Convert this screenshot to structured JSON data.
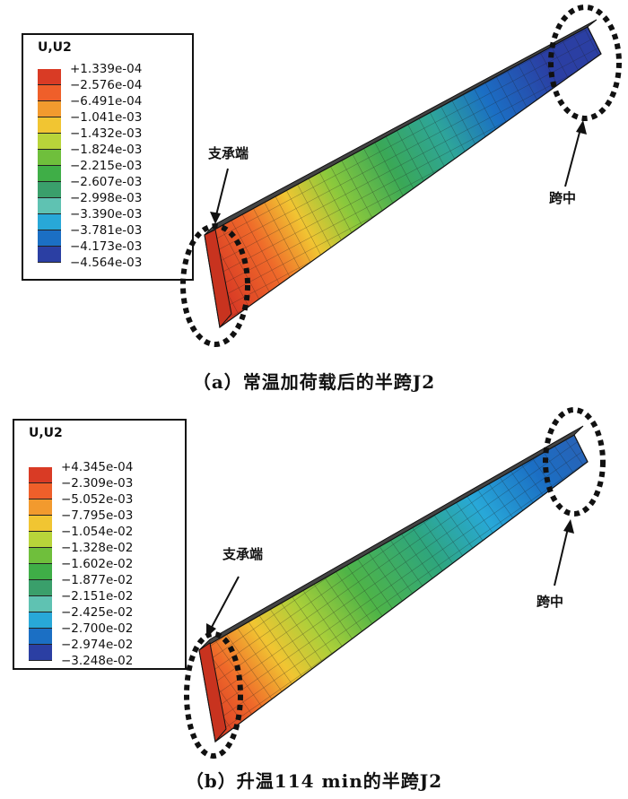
{
  "panels": [
    {
      "id": "a",
      "legend_title": "U,U2",
      "legend_values": [
        "+1.339e-04",
        "−2.576e-04",
        "−6.491e-04",
        "−1.041e-03",
        "−1.432e-03",
        "−1.824e-03",
        "−2.215e-03",
        "−2.607e-03",
        "−2.998e-03",
        "−3.390e-03",
        "−3.781e-03",
        "−4.173e-03",
        "−4.564e-03"
      ],
      "legend_colors": [
        "#d93b25",
        "#ef5f2a",
        "#f29a2e",
        "#f1c532",
        "#b8d43a",
        "#6fbf3c",
        "#3fae47",
        "#3a9f6b",
        "#5fc2b2",
        "#28a8d8",
        "#1b6fc4",
        "#2b3fa3"
      ],
      "annotation_support": "支承端",
      "annotation_midspan": "跨中",
      "caption": "（a）常温加荷载后的半跨J2"
    },
    {
      "id": "b",
      "legend_title": "U,U2",
      "legend_values": [
        "+4.345e-04",
        "−2.309e-03",
        "−5.052e-03",
        "−7.795e-03",
        "−1.054e-02",
        "−1.328e-02",
        "−1.602e-02",
        "−1.877e-02",
        "−2.151e-02",
        "−2.425e-02",
        "−2.700e-02",
        "−2.974e-02",
        "−3.248e-02"
      ],
      "legend_colors": [
        "#d93b25",
        "#ef5f2a",
        "#f29a2e",
        "#f1c532",
        "#b8d43a",
        "#6fbf3c",
        "#3fae47",
        "#3a9f6b",
        "#5fc2b2",
        "#28a8d8",
        "#1b6fc4",
        "#2b3fa3"
      ],
      "annotation_support": "支承端",
      "annotation_midspan": "跨中",
      "caption": "（b）升温114 min的半跨J2"
    }
  ]
}
